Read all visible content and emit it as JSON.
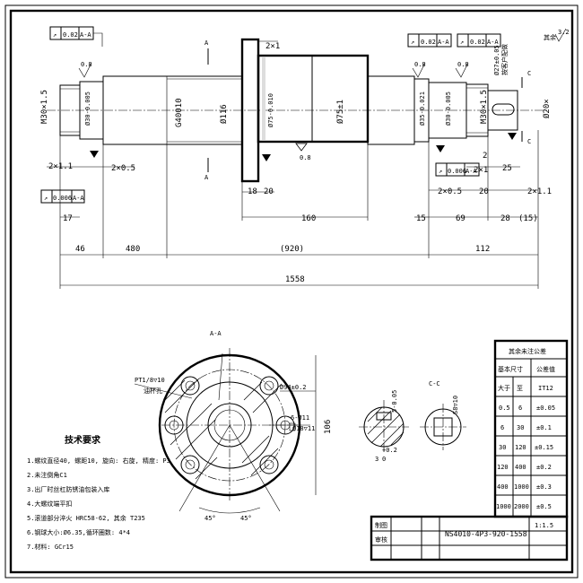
{
  "drawing": {
    "title_block": {
      "part_number": "NS4010-4P3-920-1558",
      "scale": "1:1.5",
      "labels": [
        "制图",
        "审核"
      ]
    },
    "surface_finish_rest": "其余",
    "surface_finish_rest_value": "3.2",
    "tech_requirements": {
      "title": "技术要求",
      "items": [
        "1.螺纹直径40, 螺距10, 旋向: 右旋, 精度: P3",
        "2.未注倒角C1",
        "3.出厂时丝杠防锈油包装入库",
        "4.大螺纹端平扣",
        "5.滚道部分淬火 HRC58-62, 其余 T235",
        "6.钢球大小:Ø6.35,循环圈数: 4*4",
        "7.材料: GCr15"
      ]
    },
    "tolerance_table": {
      "title": "其余未注公差",
      "headers": [
        "基本尺寸",
        "公差值"
      ],
      "subheaders": [
        "大于",
        "至",
        "IT12"
      ],
      "rows": [
        [
          "0.5",
          "6",
          "±0.05"
        ],
        [
          "6",
          "30",
          "±0.1"
        ],
        [
          "30",
          "120",
          "±0.15"
        ],
        [
          "120",
          "400",
          "±0.2"
        ],
        [
          "400",
          "1000",
          "±0.3"
        ],
        [
          "1000",
          "2000",
          "±0.5"
        ]
      ]
    },
    "section_labels": {
      "aa": "A-A",
      "cc": "C-C",
      "a": "A",
      "c": "C"
    },
    "flange_notes": {
      "pt_hole": "PT1/8▽10",
      "oil_hole": "油杯孔",
      "bolt_circle": "Ø94±0.2",
      "holes": "6-Ø11",
      "counterbore": "Ø18▽11",
      "width": "106",
      "angle": "45°"
    },
    "feature_controls": {
      "f1": "0.02",
      "f2": "0.006",
      "f3": "0.02",
      "f4": "0.02",
      "f5": "0.006",
      "datum": "A-A",
      "symbol": "↗"
    },
    "roughness": {
      "r1": "0.8",
      "r2": "0.8"
    },
    "shaft_diameters": {
      "m30_left": "M30×1.5",
      "d30_left": "Ø30-0.005",
      "d40": "G40010",
      "d116": "Ø116",
      "d75_a": "Ø75-0.010",
      "d75_b": "Ø75±1",
      "d35": "Ø35-0.021",
      "d30_right": "Ø30-0.005",
      "m30_right": "M30×1.5",
      "d27": "Ø27±0.05",
      "d27_note": "按客户配做",
      "d20": "Ø20×"
    },
    "lengths": {
      "c2x1_top": "2×1",
      "c2x1_1": "2×1.1",
      "c2x05_l": "2×0.5",
      "l17": "17",
      "l18": "18",
      "l20a": "20",
      "l160": "160",
      "l15": "15",
      "l69": "69",
      "l28": "28",
      "l15p": "(15)",
      "c2x05_r": "2×0.5",
      "l20b": "20",
      "c2x1_1r": "2×1.1",
      "l2": "2",
      "l25": "25",
      "c2x1r": "2×1",
      "l46": "46",
      "l480": "480",
      "l920": "(920)",
      "l112": "112",
      "l1558": "1558"
    },
    "cc_notes": {
      "key_depth": "5-0.05",
      "key_len": "S8▽10",
      "key_width": "3",
      "tol_top": "+0.2",
      "tol_bot": "0"
    }
  }
}
